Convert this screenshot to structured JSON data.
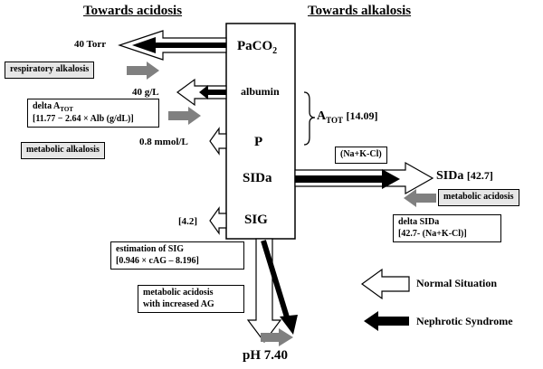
{
  "headers": {
    "left": "Towards acidosis",
    "right": "Towards alkalosis"
  },
  "center_box": {
    "paco2": "PaCO",
    "paco2_sub": "2",
    "albumin": "albumin",
    "p": "P",
    "sida": "SIDa",
    "sig": "SIG"
  },
  "labels": {
    "torr": "40 Torr",
    "gl": "40 g/L",
    "mmol": "0.8 mmol/L",
    "sig_val": "[4.2]",
    "atot_main": "A",
    "atot_sub": "TOT",
    "atot_val": "[14.09]",
    "sida_right": "SIDa",
    "sida_val": "[42.7]",
    "ph": "pH 7.40"
  },
  "boxes": {
    "resp_alk": "respiratory alkalosis",
    "delta_atot_line1_main": "delta A",
    "delta_atot_line1_sub": "TOT",
    "delta_atot_line2": "[11.77 − 2.64 × Alb (g/dL)]",
    "met_alk": "metabolic alkalosis",
    "nakcl": "(Na+K-Cl)",
    "met_acid": "metabolic acidosis",
    "delta_sida_line1": "delta SIDa",
    "delta_sida_line2": "[42.7- (Na+K-Cl)]",
    "est_sig_line1": "estimation  of SIG",
    "est_sig_line2": "[0.946 × cAG – 8.196]",
    "met_acid_ag_line1": "metabolic acidosis",
    "met_acid_ag_line2": "with increased AG"
  },
  "legend": {
    "normal": "Normal Situation",
    "nephrotic": "Nephrotic Syndrome"
  },
  "colors": {
    "gray_arrow": "#808080",
    "box_gray": "#e6e6e6"
  }
}
